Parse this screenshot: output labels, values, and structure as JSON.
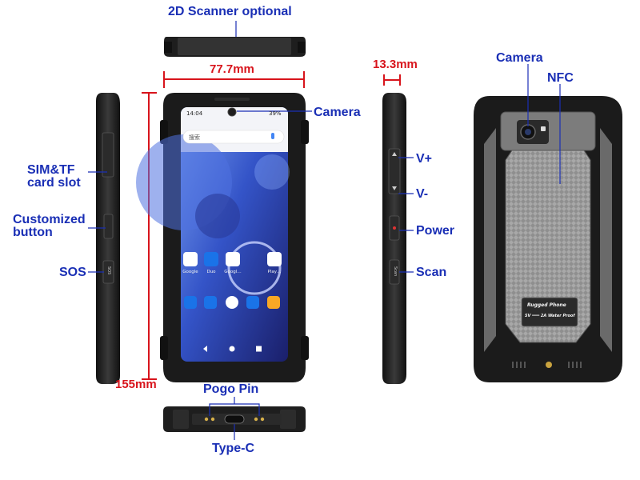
{
  "labels": {
    "scanner": "2D Scanner optional",
    "width_dim": "77.7mm",
    "camera_front": "Camera",
    "thickness_dim": "13.3mm",
    "camera_back": "Camera",
    "nfc": "NFC",
    "sim_tf_line1": "SIM&TF",
    "sim_tf_line2": "card slot",
    "custom_btn_line1": "Customized",
    "custom_btn_line2": "button",
    "sos": "SOS",
    "vol_up": "V+",
    "vol_down": "V-",
    "power": "Power",
    "scan": "Scan",
    "height_dim": "155mm",
    "pogo_pin": "Pogo Pin",
    "type_c": "Type-C"
  },
  "screen": {
    "time": "14:04",
    "battery": "39%",
    "search_placeholder": "搜索",
    "apps": [
      {
        "name": "Google",
        "icon": "google-apps-folder-icon",
        "color": "#ffffff"
      },
      {
        "name": "Duo",
        "icon": "duo-icon",
        "color": "#1a73e8"
      },
      {
        "name": "Googl…",
        "icon": "assistant-icon",
        "color": "#ffffff"
      },
      {
        "name": "Play…",
        "icon": "play-store-icon",
        "color": "#ffffff"
      }
    ],
    "dock": [
      {
        "icon": "phone-icon",
        "color": "#1a73e8"
      },
      {
        "icon": "messages-icon",
        "color": "#1a73e8"
      },
      {
        "icon": "chrome-icon",
        "color": "#ffffff"
      },
      {
        "icon": "contacts-icon",
        "color": "#1a73e8"
      },
      {
        "icon": "camera-app-icon",
        "color": "#f9a825"
      }
    ]
  },
  "device_text": {
    "sos_button": "SOS",
    "scan_button": "Scan",
    "brand_plate": "Rugged Phone",
    "plate_specs": "5V ═══ 2A  Water Proof"
  },
  "colors": {
    "callout_blue": "#1a2fb5",
    "dimension_red": "#d8141c",
    "device_body": "#1e1e1e",
    "back_plate": "#8a8a8a"
  }
}
